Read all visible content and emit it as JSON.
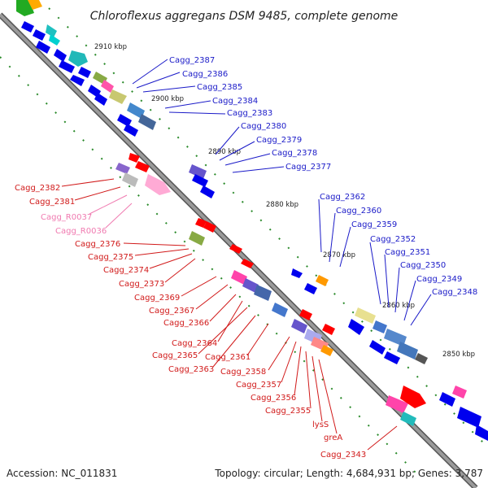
{
  "title": "Chloroflexus aggregans DSM 9485, complete genome",
  "footer": {
    "accession": "Accession: NC_011831",
    "topology": "Topology: circular; Length: 4,684,931 bp; Genes: 3,787"
  },
  "scale_labels": [
    "2910 kbp",
    "2900 kbp",
    "2890 kbp",
    "2880 kbp",
    "2870 kbp",
    "2860 kbp",
    "2850 kbp"
  ],
  "blue_labels": [
    "Cagg_2387",
    "Cagg_2386",
    "Cagg_2385",
    "Cagg_2384",
    "Cagg_2383",
    "Cagg_2380",
    "Cagg_2379",
    "Cagg_2378",
    "Cagg_2377",
    "Cagg_2362",
    "Cagg_2360",
    "Cagg_2359",
    "Cagg_2352",
    "Cagg_2351",
    "Cagg_2350",
    "Cagg_2349",
    "Cagg_2348"
  ],
  "red_labels": [
    "Cagg_2382",
    "Cagg_2381",
    "Cagg_2376",
    "Cagg_2375",
    "Cagg_2374",
    "Cagg_2373",
    "Cagg_2369",
    "Cagg_2367",
    "Cagg_2366",
    "Cagg_2364",
    "Cagg_2365",
    "Cagg_2361",
    "Cagg_2363",
    "Cagg_2358",
    "Cagg_2357",
    "Cagg_2356",
    "Cagg_2355",
    "lysS",
    "greA",
    "Cagg_2343"
  ],
  "pink_labels": [
    "Cagg_R0037",
    "Cagg_R0036"
  ],
  "colors": {
    "backbone": "#8a8a8a",
    "forward_gene": "#ff0000",
    "reverse_gene": "#0000ff",
    "rna_gene": "#ffaad5",
    "tick": "#2a8a2a",
    "label_blue": "#1a1ac8",
    "label_red": "#d11a1a",
    "label_pink": "#f07ab0"
  }
}
